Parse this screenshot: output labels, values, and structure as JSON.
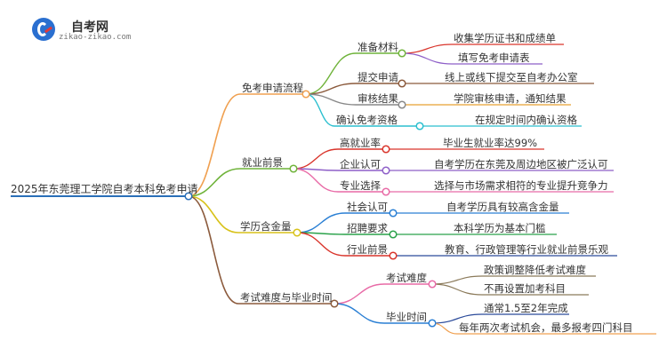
{
  "brand": {
    "name": "自考网",
    "domain": "zikao-zikao.com"
  },
  "root": "2025年东莞理工学院自考本科免考申请",
  "branches": [
    {
      "label": "免考申请流程",
      "color": "#f0a050",
      "children": [
        {
          "label": "准备材料",
          "color": "#6fb33a",
          "children": [
            {
              "label": "收集学历证书和成绩单",
              "color": "#d9342b"
            },
            {
              "label": "填写免考申请表",
              "color": "#8e5fc8"
            }
          ]
        },
        {
          "label": "提交申请",
          "color": "#8b5a3c",
          "children": [
            {
              "label": "线上或线下提交至自考办公室",
              "color": "#8b5a3c"
            }
          ]
        },
        {
          "label": "审核结果",
          "color": "#888888",
          "children": [
            {
              "label": "学院审核申请，通知结果",
              "color": "#e8a030"
            }
          ]
        },
        {
          "label": "确认免考资格",
          "color": "#2bbfcf",
          "children": [
            {
              "label": "在规定时间内确认资格",
              "color": "#2bbfcf"
            }
          ]
        }
      ]
    },
    {
      "label": "就业前景",
      "color": "#6fb33a",
      "children": [
        {
          "label": "高就业率",
          "color": "#d9342b",
          "children": [
            {
              "label": "毕业生就业率达99%",
              "color": "#d9342b"
            }
          ]
        },
        {
          "label": "企业认可",
          "color": "#8e5fc8",
          "children": [
            {
              "label": "自考学历在东莞及周边地区被广泛认可",
              "color": "#8e5fc8"
            }
          ]
        },
        {
          "label": "专业选择",
          "color": "#e86aa6",
          "children": [
            {
              "label": "选择与市场需求相符的专业提升竞争力",
              "color": "#e86aa6"
            }
          ]
        }
      ]
    },
    {
      "label": "学历含金量",
      "color": "#d8c21a",
      "children": [
        {
          "label": "社会认可",
          "color": "#2a7fd4",
          "children": [
            {
              "label": "自考学历具有较高含金量",
              "color": "#2a7fd4"
            }
          ]
        },
        {
          "label": "招聘要求",
          "color": "#2aa24a",
          "children": [
            {
              "label": "本科学历为基本门槛",
              "color": "#2aa24a"
            }
          ]
        },
        {
          "label": "行业前景",
          "color": "#d9342b",
          "children": [
            {
              "label": "教育、行政管理等行业就业前景乐观",
              "color": "#2a4a9a"
            }
          ]
        }
      ]
    },
    {
      "label": "考试难度与毕业时间",
      "color": "#8b5a3c",
      "children": [
        {
          "label": "考试难度",
          "color": "#e86aa6",
          "children": [
            {
              "label": "政策调整降低考试难度",
              "color": "#8b7a5a"
            },
            {
              "label": "不再设置加考科目",
              "color": "#8b7a5a"
            }
          ]
        },
        {
          "label": "毕业时间",
          "color": "#2a7fd4",
          "children": [
            {
              "label": "通常1.5至2年完成",
              "color": "#2a4a9a"
            },
            {
              "label": "每年两次考试机会，最多报考四门科目",
              "color": "#f0a050"
            }
          ]
        }
      ]
    }
  ]
}
